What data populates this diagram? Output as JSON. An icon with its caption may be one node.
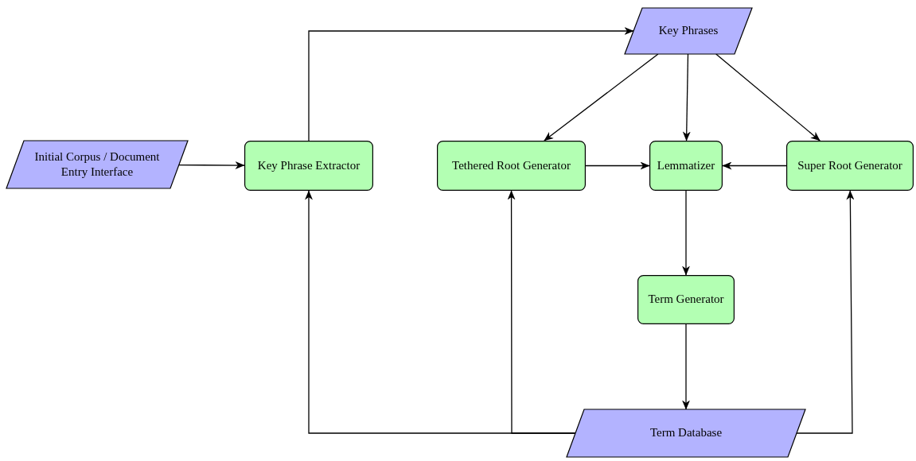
{
  "diagram": {
    "nodes": [
      {
        "text": [
          "Key Phrases"
        ]
      },
      {
        "text": [
          "Initial Corpus / Document Entry Interface"
        ]
      },
      {
        "text": [
          "Key Phrase Extractor"
        ]
      },
      {
        "text": [
          "Tethered Root Generator"
        ]
      },
      {
        "text": [
          "Lemmatizer"
        ]
      },
      {
        "text": [
          "Super Root Generator"
        ]
      },
      {
        "text": [
          "Term Generator"
        ]
      },
      {
        "text": [
          "Term Database"
        ]
      }
    ],
    "edges": [
      {
        "from": 1,
        "to": 2,
        "arrow": "to"
      },
      {
        "from": 2,
        "to": 0,
        "arrow": "to"
      },
      {
        "from": 0,
        "to": 3,
        "arrow": "to"
      },
      {
        "from": 0,
        "to": 4,
        "arrow": "to"
      },
      {
        "from": 0,
        "to": 5,
        "arrow": "to"
      },
      {
        "from": 3,
        "to": 4,
        "arrow": "to"
      },
      {
        "from": 5,
        "to": 4,
        "arrow": "to"
      },
      {
        "from": 4,
        "to": 6,
        "arrow": "to"
      },
      {
        "from": 6,
        "to": 7,
        "arrow": "to"
      },
      {
        "from": 7,
        "to": 2,
        "arrow": "to"
      },
      {
        "from": 7,
        "to": 3,
        "arrow": "to"
      },
      {
        "from": 7,
        "to": 5,
        "arrow": "to"
      }
    ]
  }
}
